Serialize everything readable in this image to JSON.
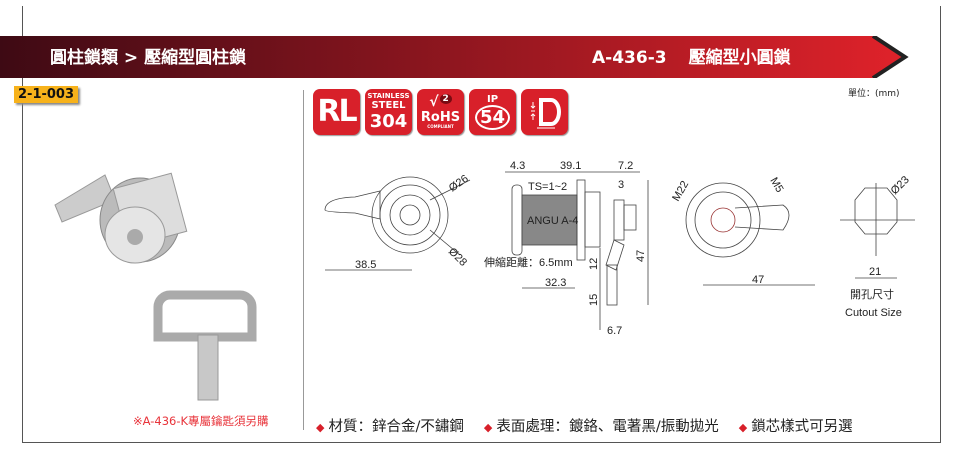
{
  "header": {
    "category": "圓柱鎖類 > 壓縮型圓柱鎖",
    "model": "A-436-3",
    "product_name": "壓縮型小圓鎖"
  },
  "catalog_code": "2-1-003",
  "unit": "單位：(mm)",
  "badges": [
    {
      "icon": "rl-badge",
      "text": "RL"
    },
    {
      "icon": "stainless-steel-badge",
      "top": "STAINLESS",
      "mid": "STEEL",
      "bottom": "304"
    },
    {
      "icon": "rohs-badge",
      "num": "2",
      "text": "RoHS",
      "sub": "COMPLIANT"
    },
    {
      "icon": "ip54-badge",
      "top": "IP",
      "num": "54"
    },
    {
      "icon": "compression-badge"
    }
  ],
  "dimensions": {
    "front_length": "38.5",
    "d26": "Ø26",
    "d28": "Ø28",
    "d4_3": "4.3",
    "d39_1": "39.1",
    "d7_2": "7.2",
    "ts": "TS=1~2",
    "d3": "3",
    "engraving": "ANGU A-4",
    "stroke": "伸縮距離：6.5mm",
    "d32_3": "32.3",
    "d12": "12",
    "d47_side": "47",
    "d15": "15",
    "d6_7": "6.7",
    "m22": "M22",
    "m5": "M5",
    "d47_back": "47",
    "d23": "Ø23",
    "d21": "21"
  },
  "cutout": {
    "label_zh": "開孔尺寸",
    "label_en": "Cutout Size"
  },
  "note": "※A-436-K專屬鑰匙須另購",
  "specs": [
    "材質：鋅合金/不鏽鋼",
    "表面處理：鍍鉻、電著黑/振動拋光",
    "鎖芯樣式可另選"
  ],
  "colors": {
    "brand_red": "#d8202a",
    "dark_red": "#4a0c16",
    "code_bg": "#f7b21b",
    "note": "#e8333a"
  }
}
